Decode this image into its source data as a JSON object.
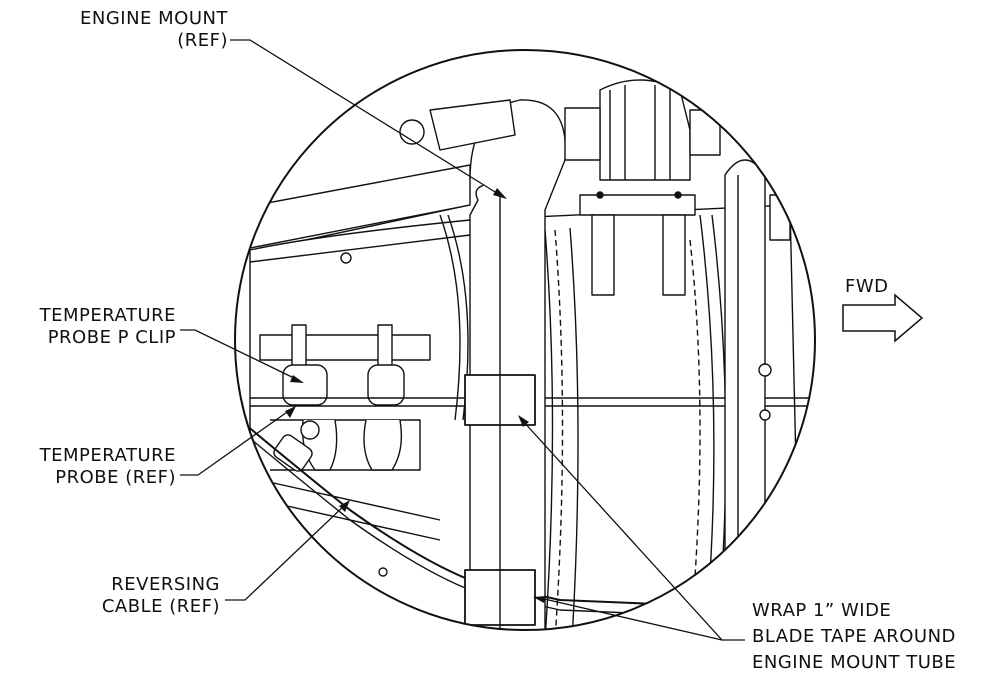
{
  "labels": {
    "engine_mount": {
      "line1": "ENGINE MOUNT",
      "line2": "(REF)"
    },
    "temp_probe_clip": {
      "line1": "TEMPERATURE",
      "line2": "PROBE P CLIP"
    },
    "temp_probe": {
      "line1": "TEMPERATURE",
      "line2": "PROBE (REF)"
    },
    "reversing_cable": {
      "line1": "REVERSING",
      "line2": "CABLE (REF)"
    },
    "fwd": "FWD",
    "tape_note": {
      "line1": "WRAP 1” WIDE",
      "line2": "BLADE TAPE AROUND",
      "line3": "ENGINE MOUNT TUBE"
    }
  },
  "colors": {
    "ink": "#111111",
    "paper": "#ffffff"
  }
}
